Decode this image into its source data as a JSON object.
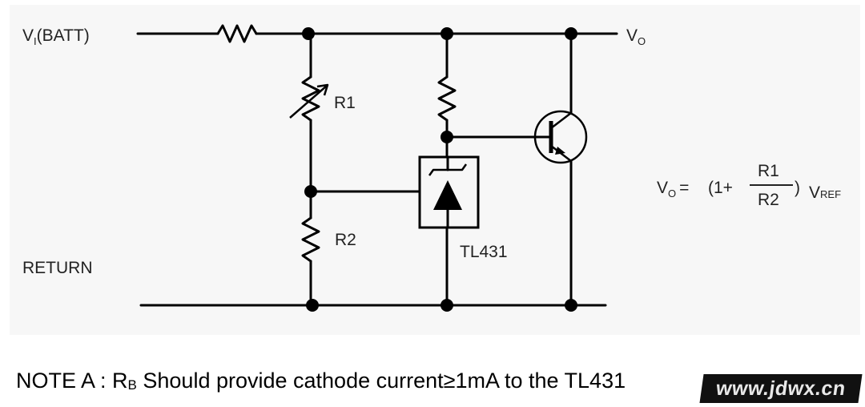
{
  "labels": {
    "vi": "V",
    "vi_sub": "I",
    "vi_suffix": "(BATT)",
    "vo": "V",
    "vo_sub": "O",
    "r1": "R1",
    "r2": "R2",
    "return": "RETURN",
    "tl431": "TL431"
  },
  "formula": {
    "lhs": "V",
    "lhs_sub": "O",
    "equals": "=",
    "open": "(1+",
    "numerator": "R1",
    "denominator": "R2",
    "close": ")",
    "vref": "V",
    "vref_sub": "REF"
  },
  "note": {
    "prefix": "NOTE A : R",
    "sub": "B",
    "text": " Should provide cathode current≥1mA to the TL431"
  },
  "watermark": "www.jdwx.cn"
}
